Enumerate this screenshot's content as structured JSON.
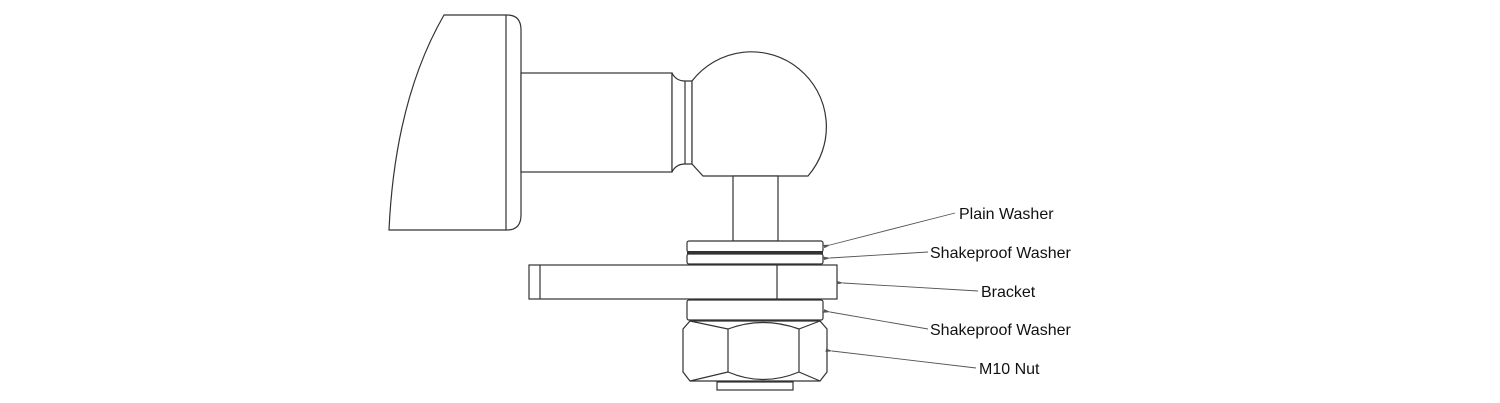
{
  "diagram": {
    "title": "Ball joint assembly",
    "labels": {
      "plain_washer": "Plain Washer",
      "shakeproof_washer_upper": "Shakeproof Washer",
      "bracket": "Bracket",
      "shakeproof_washer_lower": "Shakeproof Washer",
      "m10_nut": "M10 Nut"
    },
    "colors": {
      "line": "#333333",
      "background": "#ffffff"
    }
  }
}
